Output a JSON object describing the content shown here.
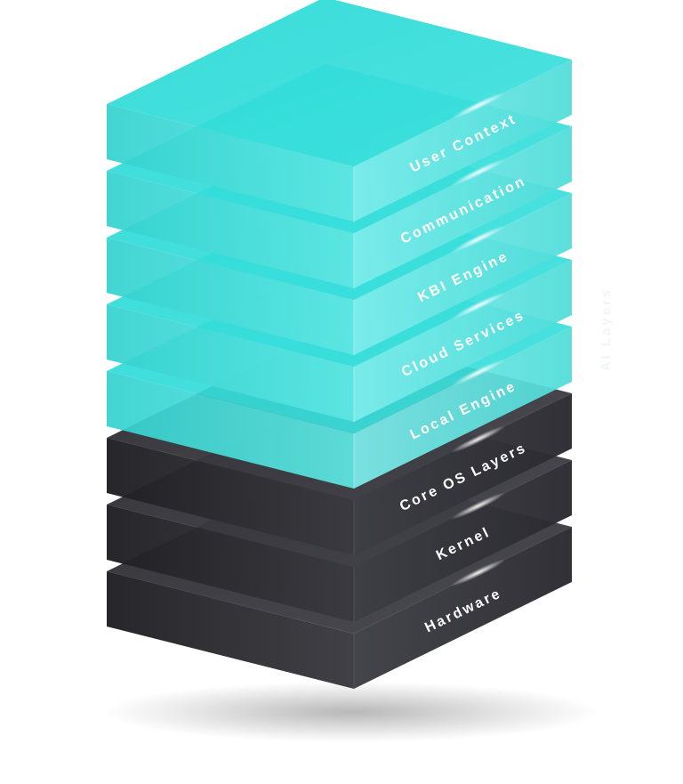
{
  "diagram": {
    "side_label": "AI Layers",
    "layers": [
      {
        "label": "User Context",
        "group": "ai"
      },
      {
        "label": "Communication",
        "group": "ai"
      },
      {
        "label": "KBI Engine",
        "group": "ai"
      },
      {
        "label": "Cloud Services",
        "group": "ai"
      },
      {
        "label": "Local Engine",
        "group": "ai"
      },
      {
        "label": "Core OS Layers",
        "group": "os"
      },
      {
        "label": "Kernel",
        "group": "os"
      },
      {
        "label": "Hardware",
        "group": "os"
      }
    ],
    "colors": {
      "ai_top": "#2fdcd9",
      "ai_front": "#37d6d3",
      "ai_side": "#57e2e0",
      "os_top": "#3a3a3f",
      "os_front": "#27272b",
      "os_side": "#34343a",
      "label": "#ffffff"
    }
  }
}
